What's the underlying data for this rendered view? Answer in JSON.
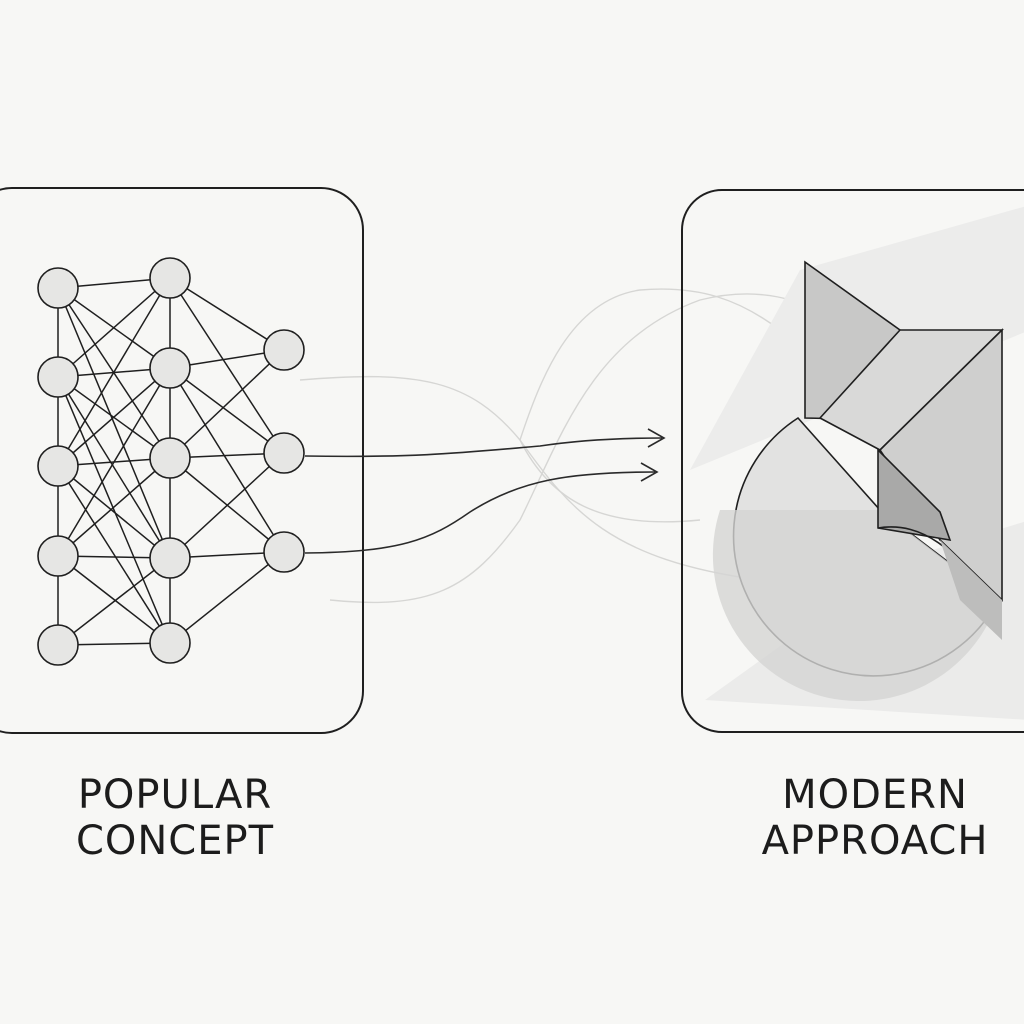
{
  "labels": {
    "left_line1": "POPULAR",
    "left_line2": "CONCEPT",
    "right_line1": "MODERN",
    "right_line2": "APPROACH"
  },
  "colors": {
    "background": "#f7f7f5",
    "stroke": "#1f1f1f",
    "node_fill": "#e6e6e4",
    "shape_light": "#dcdcdb",
    "shape_mid": "#c6c6c5",
    "shape_dark": "#a9a9a8"
  }
}
